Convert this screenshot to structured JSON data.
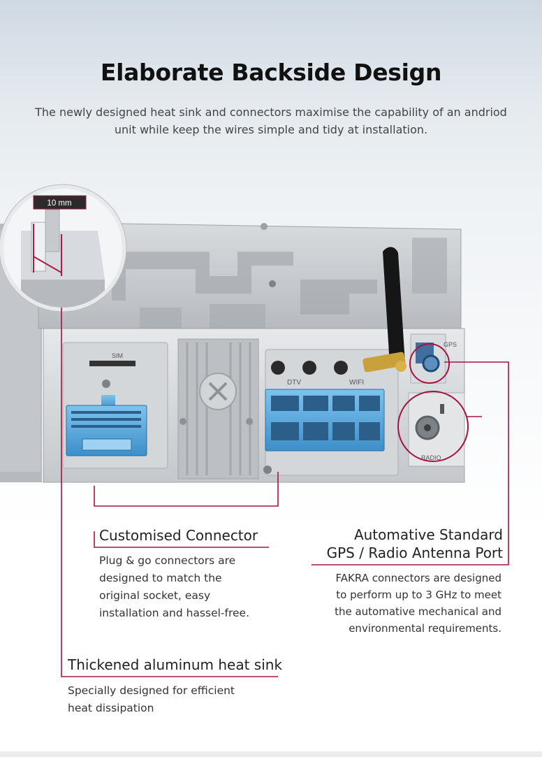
{
  "header": {
    "title": "Elaborate Backside Design",
    "subtitle": "The newly designed heat sink and connectors maximise the capability of an andriod unit while keep the wires simple and tidy at installation."
  },
  "device": {
    "measure_label": "10 mm",
    "sim_label": "SIM",
    "dtv_label": "DTV",
    "wifi_label": "WIFI",
    "gps_label": "GPS",
    "radio_label": "RADIO"
  },
  "features": {
    "connector": {
      "title": "Customised Connector",
      "lines": [
        "Plug & go connectors are",
        "designed to match the",
        "original socket, easy",
        "installation and hassel-free."
      ]
    },
    "antenna": {
      "title_line1": "Automative Standard",
      "title_line2": "GPS / Radio Antenna Port",
      "lines": [
        "FAKRA connectors are designed",
        "to perform up to 3 GHz to meet",
        "the automative mechanical and",
        "environmental requirements."
      ]
    },
    "heatsink": {
      "title": "Thickened aluminum heat sink",
      "lines": [
        "Specially designed for efficient",
        "heat dissipation"
      ]
    }
  },
  "colors": {
    "accent": "#a3143f",
    "connector_blue": "#5aa8dc",
    "chassis": "#c9ccd0"
  }
}
